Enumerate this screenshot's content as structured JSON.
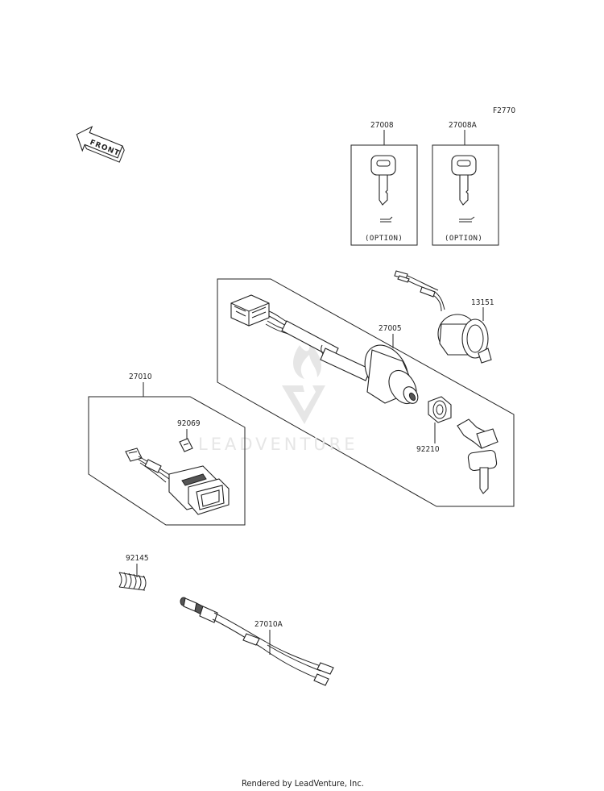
{
  "figure_code": "F2770",
  "front_label": "FRONT",
  "watermark_text": "LEADVENTURE",
  "footer_text": "Rendered by LeadVenture, Inc.",
  "parts": {
    "key_27008": "27008",
    "key_27008a": "27008A",
    "ignition_27005": "27005",
    "socket_13151": "13151",
    "nut_92210": "92210",
    "switch_27010": "27010",
    "bulb_92069": "92069",
    "spring_92145": "92145",
    "harness_27010a": "27010A"
  },
  "option_label": "(OPTION)",
  "colors": {
    "line": "#222222",
    "watermark": "#e6e6e6"
  }
}
